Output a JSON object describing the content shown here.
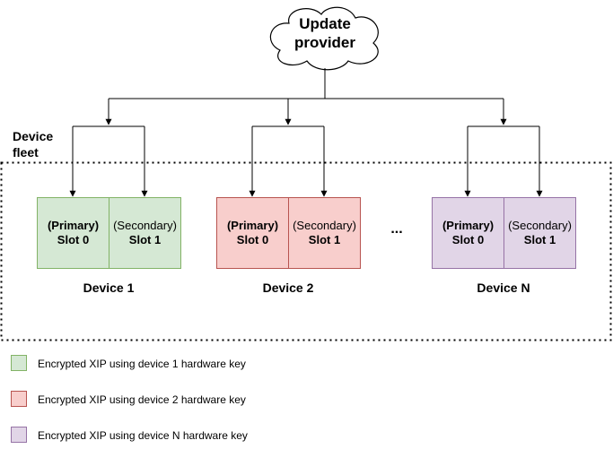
{
  "provider": {
    "line1": "Update",
    "line2": "provider"
  },
  "fleet": {
    "line1": "Device",
    "line2": "fleet"
  },
  "devices": [
    {
      "name": "Device 1",
      "primary_role": "(Primary)",
      "primary_slot": "Slot 0",
      "secondary_role": "(Secondary)",
      "secondary_slot": "Slot 1",
      "fill": "#d5e8d4",
      "stroke": "#82b366"
    },
    {
      "name": "Device 2",
      "primary_role": "(Primary)",
      "primary_slot": "Slot 0",
      "secondary_role": "(Secondary)",
      "secondary_slot": "Slot 1",
      "fill": "#f8cecc",
      "stroke": "#b85450"
    },
    {
      "name": "Device N",
      "primary_role": "(Primary)",
      "primary_slot": "Slot 0",
      "secondary_role": "(Secondary)",
      "secondary_slot": "Slot 1",
      "fill": "#e1d5e7",
      "stroke": "#9673a6"
    }
  ],
  "ellipsis": "...",
  "legend": [
    {
      "text": "Encrypted XIP using device 1 hardware key",
      "fill": "#d5e8d4",
      "stroke": "#82b366"
    },
    {
      "text": "Encrypted XIP using device 2 hardware key",
      "fill": "#f8cecc",
      "stroke": "#b85450"
    },
    {
      "text": "Encrypted XIP using device N hardware key",
      "fill": "#e1d5e7",
      "stroke": "#9673a6"
    }
  ]
}
